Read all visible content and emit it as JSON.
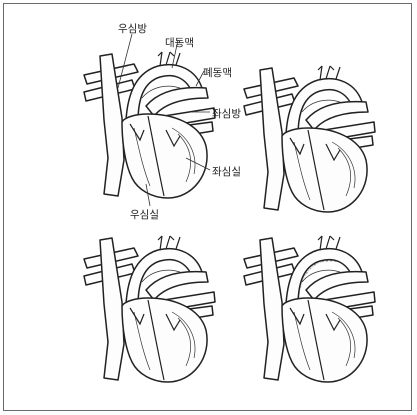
{
  "labels": {
    "right_atrium": "우심방",
    "aorta": "대동맥",
    "pulmonary_artery": "폐동맥",
    "left_atrium": "좌심방",
    "left_ventricle": "좌심실",
    "right_ventricle": "우심실"
  },
  "panels": [
    {
      "id": "panel-1",
      "stage": 1
    },
    {
      "id": "panel-2",
      "stage": 2
    },
    {
      "id": "panel-3",
      "stage": 3
    },
    {
      "id": "panel-4",
      "stage": 4
    }
  ]
}
